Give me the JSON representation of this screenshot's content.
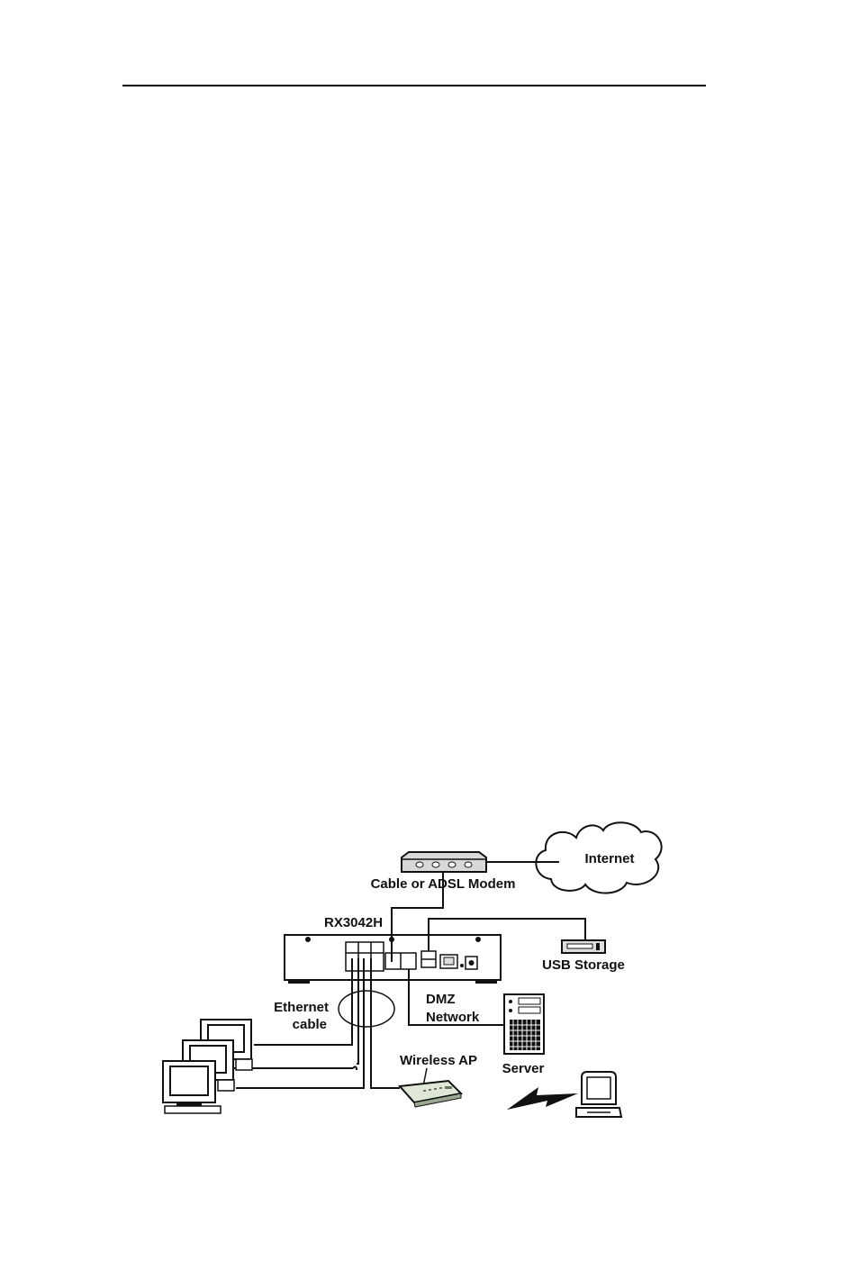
{
  "labels": {
    "internet": "Internet",
    "modem": "Cable or ADSL Modem",
    "router": "RX3042H",
    "usb_storage": "USB Storage",
    "ethernet_line1": "Ethernet",
    "ethernet_line2": "cable",
    "dmz_line1": "DMZ",
    "dmz_line2": "Network",
    "server": "Server",
    "wireless_ap": "Wireless AP"
  },
  "colors": {
    "ink": "#111111",
    "device_gray": "#cfcfcf",
    "ap_green": "#dfe8d6"
  }
}
